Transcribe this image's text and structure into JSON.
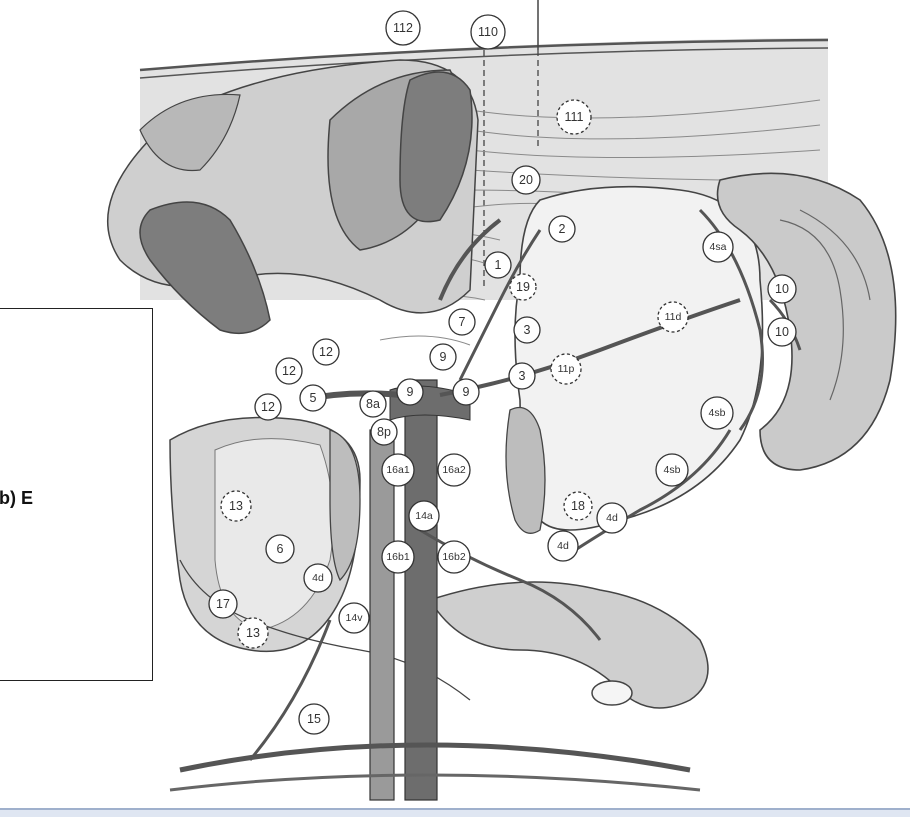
{
  "overlay": {
    "text": "b) E"
  },
  "node_labels": {
    "n112": "112",
    "n110": "110",
    "n111": "111",
    "n20": "20",
    "n2": "2",
    "n1": "1",
    "n19": "19",
    "n7": "7",
    "n3a": "3",
    "n3b": "3",
    "n9a": "9",
    "n9b": "9",
    "n9c": "9",
    "n8a": "8a",
    "n8p": "8p",
    "n12a": "12",
    "n12b": "12",
    "n12c": "12",
    "n5": "5",
    "n4sa": "4sa",
    "n10a": "10",
    "n10b": "10",
    "n11d": "11d",
    "n11p": "11p",
    "n4sb_a": "4sb",
    "n4sb_b": "4sb",
    "n16a1": "16a1",
    "n16a2": "16a2",
    "n13a": "13",
    "n14a": "14a",
    "n18": "18",
    "n4d_a": "4d",
    "n4d_b": "4d",
    "n6": "6",
    "n4d_c": "4d",
    "n16b1": "16b1",
    "n16b2": "16b2",
    "n17": "17",
    "n14v": "14v",
    "n13b": "13",
    "n15": "15"
  }
}
